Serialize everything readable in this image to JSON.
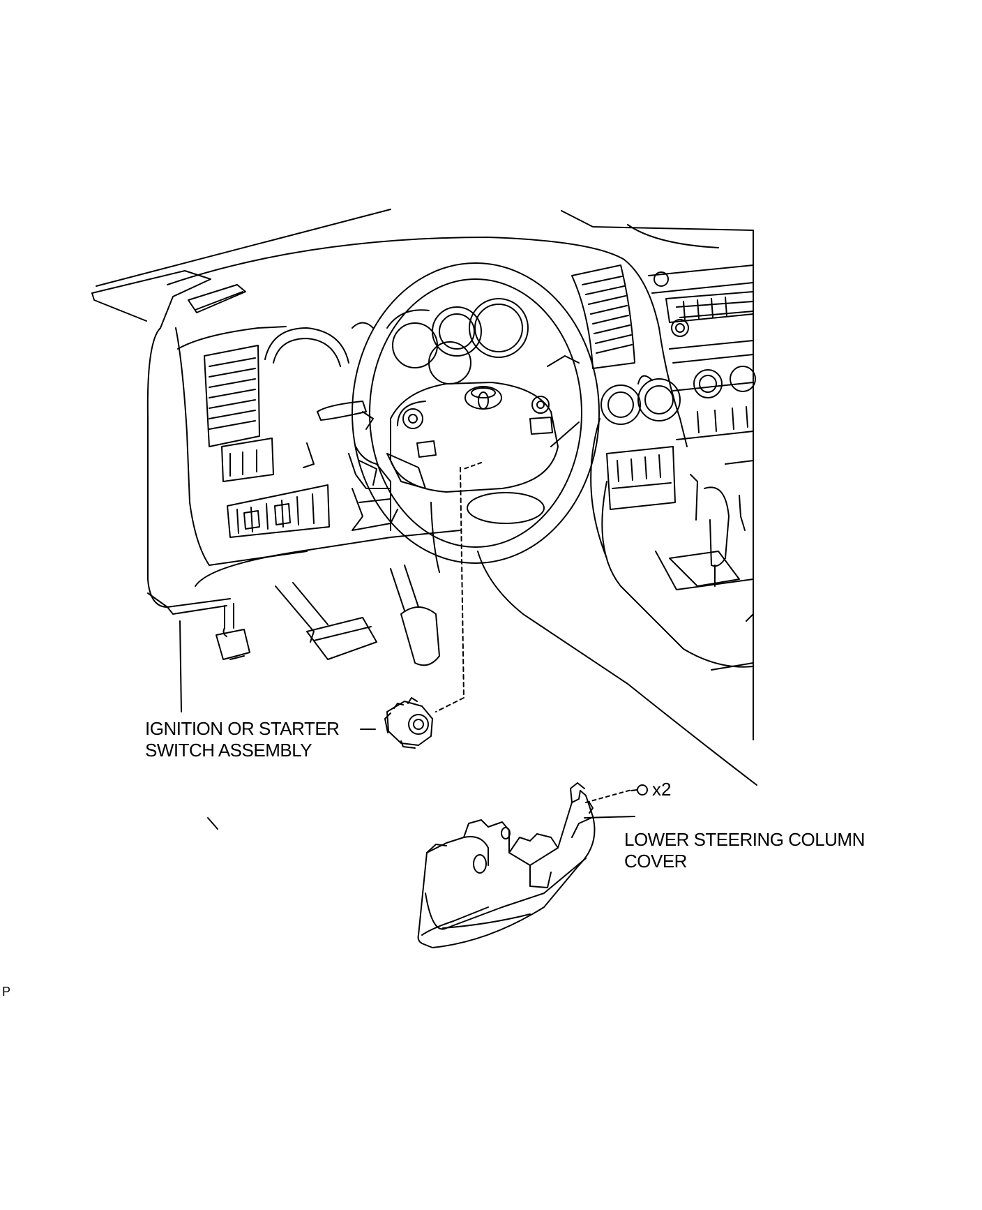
{
  "labels": {
    "ignition_line1": "IGNITION OR STARTER",
    "ignition_line2": "SWITCH ASSEMBLY",
    "cover_line1": "LOWER STEERING COLUMN",
    "cover_line2": "COVER",
    "screw_qty": "x2"
  },
  "corner_text": "P"
}
